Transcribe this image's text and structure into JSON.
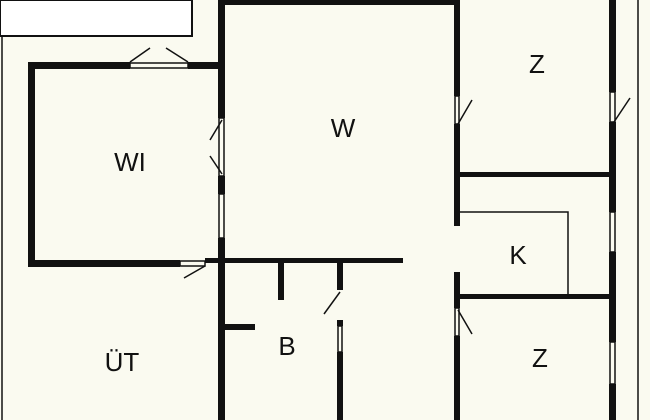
{
  "colors": {
    "paper": "#fafaf0",
    "wall": "#111111",
    "outside": "#ffffff"
  },
  "rooms": [
    {
      "id": "wi",
      "label": "WI"
    },
    {
      "id": "w",
      "label": "W"
    },
    {
      "id": "z-top",
      "label": "Z"
    },
    {
      "id": "k",
      "label": "K"
    },
    {
      "id": "b",
      "label": "B"
    },
    {
      "id": "z-bottom",
      "label": "Z"
    },
    {
      "id": "ut",
      "label": "ÜT"
    }
  ]
}
